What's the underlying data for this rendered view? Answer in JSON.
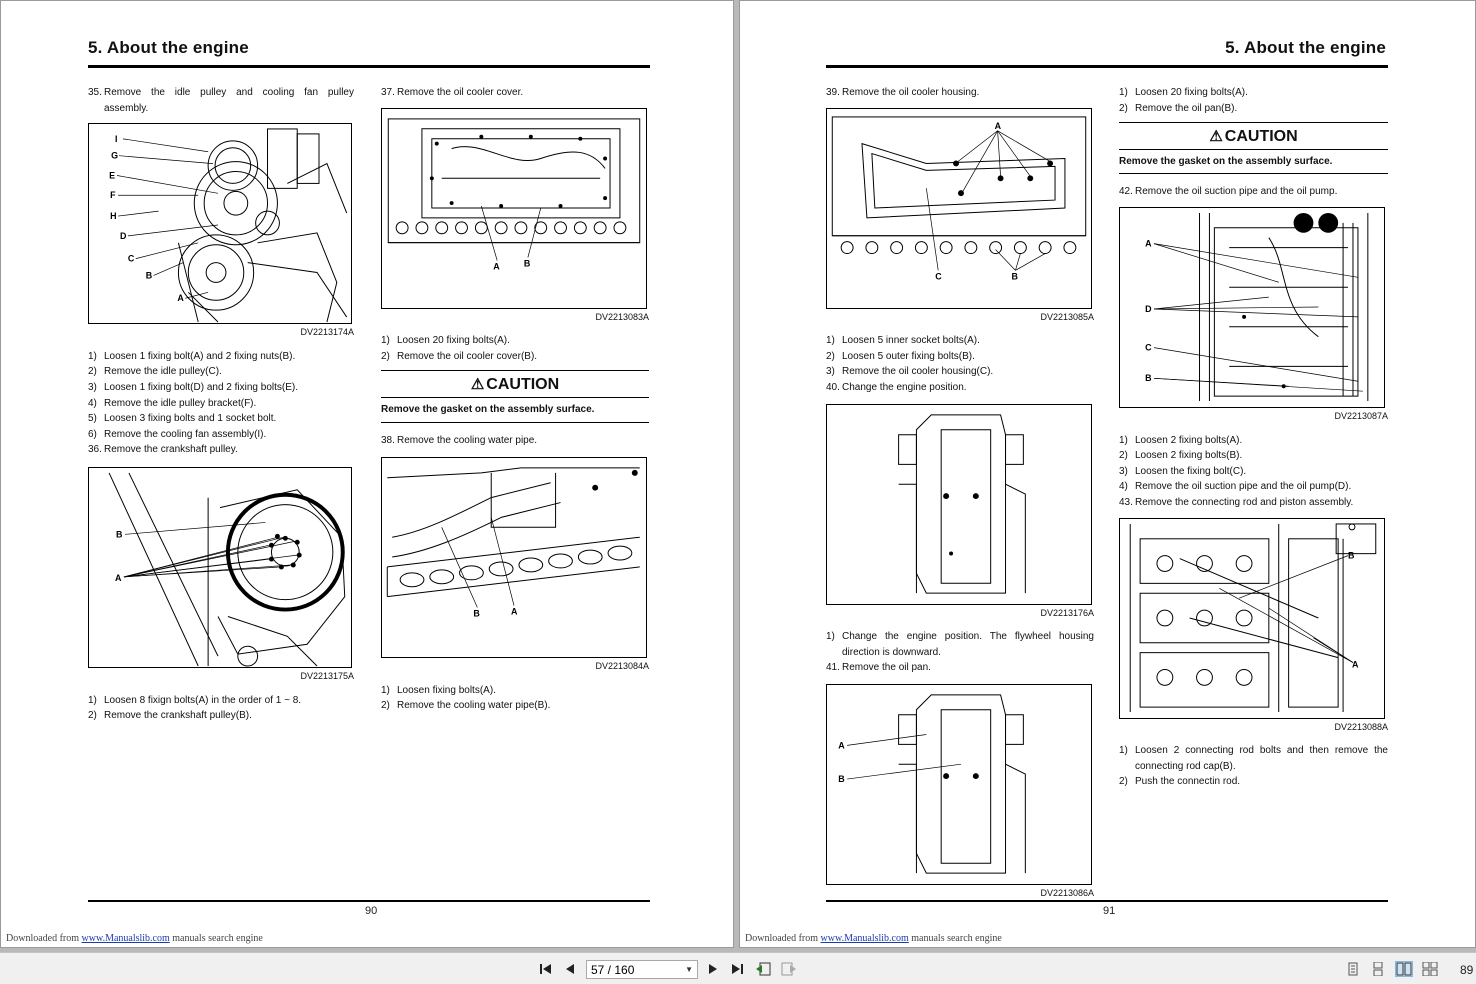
{
  "pages": {
    "left": {
      "header": "5. About the engine",
      "page_number": "90",
      "col1": {
        "s35_num": "35.",
        "s35_l1": "Remove the idle pulley and cooling fan pulley",
        "s35_l2": "assembly.",
        "fig1_caption": "DV2213174A",
        "fig1_labels": [
          "I",
          "G",
          "E",
          "F",
          "H",
          "D",
          "C",
          "B",
          "A"
        ],
        "s35_items": [
          {
            "n": "1)",
            "t": "Loosen 1 fixing bolt(A) and 2 fixing nuts(B)."
          },
          {
            "n": "2)",
            "t": "Remove the idle pulley(C)."
          },
          {
            "n": "3)",
            "t": "Loosen 1 fixing bolt(D) and 2 fixing bolts(E)."
          },
          {
            "n": "4)",
            "t": "Remove the idle pulley bracket(F)."
          },
          {
            "n": "5)",
            "t": "Loosen 3 fixing bolts and 1 socket bolt."
          },
          {
            "n": "6)",
            "t": "Remove the cooling fan assembly(I)."
          }
        ],
        "s36_num": "36.",
        "s36_text": "Remove the crankshaft pulley.",
        "fig2_caption": "DV2213175A",
        "fig2_labels": [
          "B",
          "A"
        ],
        "s36_items": [
          {
            "n": "1)",
            "t": "Loosen 8 fixign bolts(A) in the order of 1 ~ 8."
          },
          {
            "n": "2)",
            "t": "Remove the crankshaft pulley(B)."
          }
        ]
      },
      "col2": {
        "s37_num": "37.",
        "s37_text": "Remove the oil cooler cover.",
        "fig3_caption": "DV2213083A",
        "fig3_labels": [
          "A",
          "B"
        ],
        "s37_items": [
          {
            "n": "1)",
            "t": "Loosen 20 fixing bolts(A)."
          },
          {
            "n": "2)",
            "t": "Remove the oil cooler cover(B)."
          }
        ],
        "caution_title": "CAUTION",
        "caution_text": "Remove the gasket on the assembly surface.",
        "s38_num": "38.",
        "s38_text": "Remove the cooling water pipe.",
        "fig4_caption": "DV2213084A",
        "fig4_labels": [
          "B",
          "A"
        ],
        "s38_items": [
          {
            "n": "1)",
            "t": "Loosen fixing bolts(A)."
          },
          {
            "n": "2)",
            "t": "Remove the cooling water pipe(B)."
          }
        ]
      }
    },
    "right": {
      "header": "5. About the engine",
      "page_number": "91",
      "col1": {
        "s39_num": "39.",
        "s39_text": "Remove the oil cooler housing.",
        "fig5_caption": "DV2213085A",
        "fig5_labels": [
          "A",
          "C",
          "B"
        ],
        "s39_items": [
          {
            "n": "1)",
            "t": "Loosen 5 inner socket bolts(A)."
          },
          {
            "n": "2)",
            "t": "Loosen 5 outer fixing bolts(B)."
          },
          {
            "n": "3)",
            "t": "Remove the oil cooler housing(C)."
          }
        ],
        "s40_num": "40.",
        "s40_text": "Change the engine position.",
        "fig6_caption": "DV2213176A",
        "s40_item1_n": "1)",
        "s40_item1_l1": "Change the engine position. The flywheel housing",
        "s40_item1_l2": "direction is downward.",
        "s41_num": "41.",
        "s41_text": "Remove the oil pan.",
        "fig7_caption": "DV2213086A",
        "fig7_labels": [
          "A",
          "B"
        ]
      },
      "col2": {
        "s41_items": [
          {
            "n": "1)",
            "t": "Loosen 20 fixing bolts(A)."
          },
          {
            "n": "2)",
            "t": "Remove the oil pan(B)."
          }
        ],
        "caution_title": "CAUTION",
        "caution_text": "Remove the gasket on the assembly surface.",
        "s42_num": "42.",
        "s42_text": "Remove the oil suction pipe and the oil pump.",
        "fig8_caption": "DV2213087A",
        "fig8_labels": [
          "A",
          "D",
          "C",
          "B"
        ],
        "s42_items": [
          {
            "n": "1)",
            "t": "Loosen 2 fixing bolts(A)."
          },
          {
            "n": "2)",
            "t": "Loosen 2 fixing bolts(B)."
          },
          {
            "n": "3)",
            "t": "Loosen the fixing bolt(C)."
          },
          {
            "n": "4)",
            "t": "Remove the oil suction pipe and the oil pump(D)."
          }
        ],
        "s43_num": "43.",
        "s43_text": "Remove the connecting rod and piston assembly.",
        "fig9_caption": "DV2213088A",
        "fig9_labels": [
          "B",
          "A"
        ],
        "s43_item1_n": "1)",
        "s43_item1_l1": "Loosen 2 connecting rod bolts and then remove the",
        "s43_item1_l2": "connecting rod cap(B).",
        "s43_item2_n": "2)",
        "s43_item2_t": "Push the connectin rod."
      }
    }
  },
  "footer": {
    "prefix": "Downloaded from",
    "link": "www.Manualslib.com",
    "suffix": "manuals search engine"
  },
  "toolbar": {
    "page_field": "57 / 160",
    "zoom": "89"
  },
  "colors": {
    "page_bg": "#ffffff",
    "viewer_bg": "#b9b9b9",
    "toolbar_bg": "#f0f0f0",
    "link": "#1a3cb0"
  }
}
